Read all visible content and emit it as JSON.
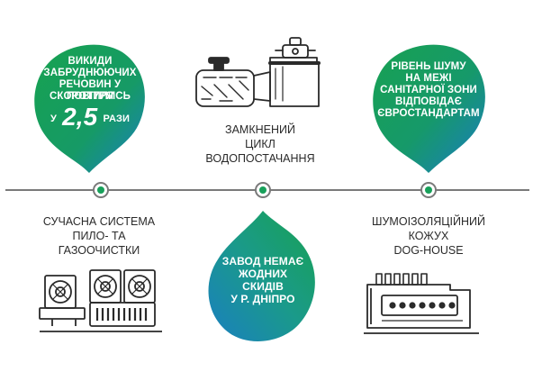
{
  "colors": {
    "green": "#18a05a",
    "blue": "#1a7fc0",
    "teal": "#1c96a6",
    "line": "#7a7a7a",
    "ink": "#2a2a2a"
  },
  "top_left": {
    "line1": "викиди",
    "line2": "забруднюючих",
    "line3": "речовин у повітря",
    "line4": "скоротились",
    "prefix": "у",
    "value": "2,5",
    "suffix": "рази"
  },
  "top_center": {
    "line1": "замкнений",
    "line2": "цикл",
    "line3": "водопостачання",
    "icon": "pump-icon"
  },
  "top_right": {
    "line1": "рівень шуму",
    "line2": "на межі",
    "line3": "санітарної зони",
    "line4": "відповідає",
    "line5": "євростандартам"
  },
  "bottom_left": {
    "line1": "сучасна система",
    "line2": "пило- та",
    "line3": "газоочистки",
    "icon": "filter-system-icon"
  },
  "bottom_center": {
    "line1": "завод немає",
    "line2": "жодних",
    "line3": "скидів",
    "line4": "у р. дніпро"
  },
  "bottom_right": {
    "line1": "шумоізоляційний",
    "line2": "кожух",
    "line3": "dog-house",
    "icon": "dog-house-icon"
  }
}
